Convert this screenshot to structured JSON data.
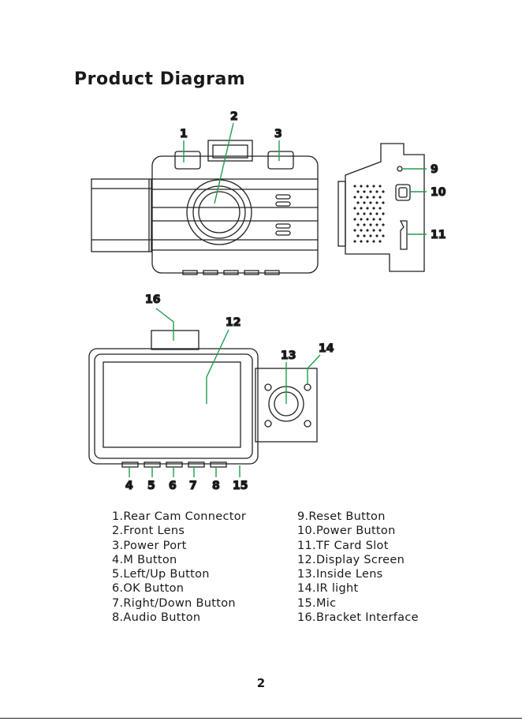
{
  "title": "Product Diagram",
  "page_number": "2",
  "accent_color": "#1e9e4a",
  "callouts": {
    "c1": "1",
    "c2": "2",
    "c3": "3",
    "c4": "4",
    "c5": "5",
    "c6": "6",
    "c7": "7",
    "c8": "8",
    "c9": "9",
    "c10": "10",
    "c11": "11",
    "c12": "12",
    "c13": "13",
    "c14": "14",
    "c15": "15",
    "c16": "16"
  },
  "legend": {
    "left": [
      "1.Rear Cam Connector",
      "2.Front Lens",
      "3.Power Port",
      "4.M Button",
      "5.Left/Up Button",
      "6.OK Button",
      "7.Right/Down Button",
      "8.Audio Button"
    ],
    "right": [
      "9.Reset Button",
      "10.Power Button",
      "11.TF Card Slot",
      "12.Display Screen",
      "13.Inside Lens",
      "14.IR light",
      "15.Mic",
      "16.Bracket Interface"
    ]
  }
}
